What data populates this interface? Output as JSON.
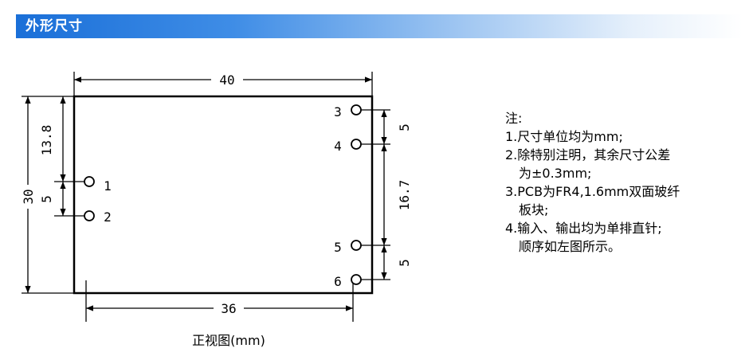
{
  "header": {
    "title": "外形尺寸"
  },
  "drawing": {
    "caption": "正视图(mm)",
    "dim_width": "40",
    "dim_height": "30",
    "dim_top_left": "13.8",
    "dim_pin_1_2": "5",
    "dim_pin_3_4": "5",
    "dim_pin_4_5": "16.7",
    "dim_pin_5_6": "5",
    "dim_bottom": "36",
    "pin_labels": [
      "1",
      "2",
      "3",
      "4",
      "5",
      "6"
    ]
  },
  "notes": {
    "heading": "注:",
    "lines": [
      "1.尺寸单位均为mm;",
      "2.除特别注明，其余尺寸公差",
      "为±0.3mm;",
      "3.PCB为FR4,1.6mm双面玻纤",
      "板块;",
      "4.输入、输出均为单排直针;",
      "顺序如左图所示。"
    ]
  }
}
